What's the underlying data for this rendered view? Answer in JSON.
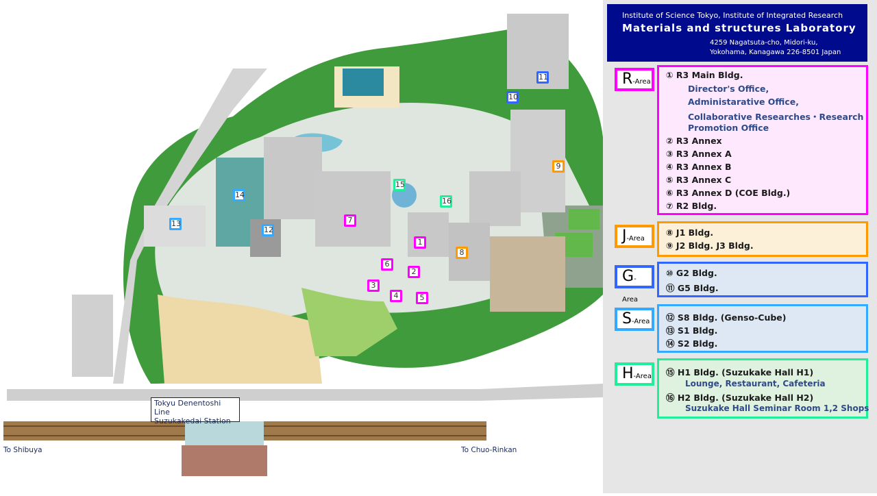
{
  "header": {
    "line1": "Institute of Science Tokyo, Institute of Integrated Research",
    "title": "Materials and structures Laboratory",
    "address1": "4259 Nagatsuta-cho, Midori-ku,",
    "address2": "Yokohama, Kanagawa 226-8501 Japan"
  },
  "areas": [
    {
      "letter": "R",
      "suffix": "-Area",
      "color": "#ff00ff",
      "bg": "#fde8fd"
    },
    {
      "letter": "J",
      "suffix": "-Area",
      "color": "#ff9900",
      "bg": "#fdf0d8"
    },
    {
      "letter": "G",
      "suffix": "-Area",
      "color": "#3366ff",
      "bg": "#dde8f4"
    },
    {
      "letter": "S",
      "suffix": "-Area",
      "color": "#33aaff",
      "bg": "#dde8f4"
    },
    {
      "letter": "H",
      "suffix": "-Area",
      "color": "#22ee99",
      "bg": "#dff1df"
    }
  ],
  "r_items": {
    "i1": "① R3 Main Bldg.",
    "s1": "Director's Office,",
    "s2": "Administarative Office,",
    "s3": "Collaborative Researches・Research",
    "s4": "Promotion Office",
    "i2": "② R3 Annex",
    "i3": "③ R3 Annex A",
    "i4": "④ R3 Annex B",
    "i5": "⑤ R3 Annex C",
    "i6": "⑥ R3 Annex D  (COE Bldg.)",
    "i7": "⑦ R2 Bldg."
  },
  "j_items": {
    "i8": "⑧ J1 Bldg.",
    "i9": "⑨ J2 Bldg.  J3 Bldg."
  },
  "g_items": {
    "i10": "⑩ G2 Bldg.",
    "i11": "⑪ G5 Bldg."
  },
  "s_items": {
    "i12": "⑫ S8 Bldg. (Genso-Cube)",
    "i13": "⑬ S1 Bldg.",
    "i14": "⑭ S2 Bldg."
  },
  "h_items": {
    "i15": "⑮ H1 Bldg. (Suzukake Hall H1)",
    "s15": "Lounge, Restaurant, Cafeteria",
    "i16": "⑯ H2 Bldg. (Suzukake Hall H2)",
    "s16": "Suzukake Hall  Seminar Room 1,2   Shops"
  },
  "map": {
    "station_line1": "Tokyu Denentoshi Line",
    "station_line2": "Suzukakedai Station",
    "to_left": "To Shibuya",
    "to_right": "To Chuo-Rinkan"
  },
  "markers": {
    "m1": "1",
    "m2": "2",
    "m3": "3",
    "m4": "4",
    "m5": "5",
    "m6": "6",
    "m7": "7",
    "m8": "8",
    "m9": "9",
    "m10": "10",
    "m11": "11",
    "m12": "12",
    "m13": "13",
    "m14": "14",
    "m15": "15",
    "m16": "16"
  }
}
